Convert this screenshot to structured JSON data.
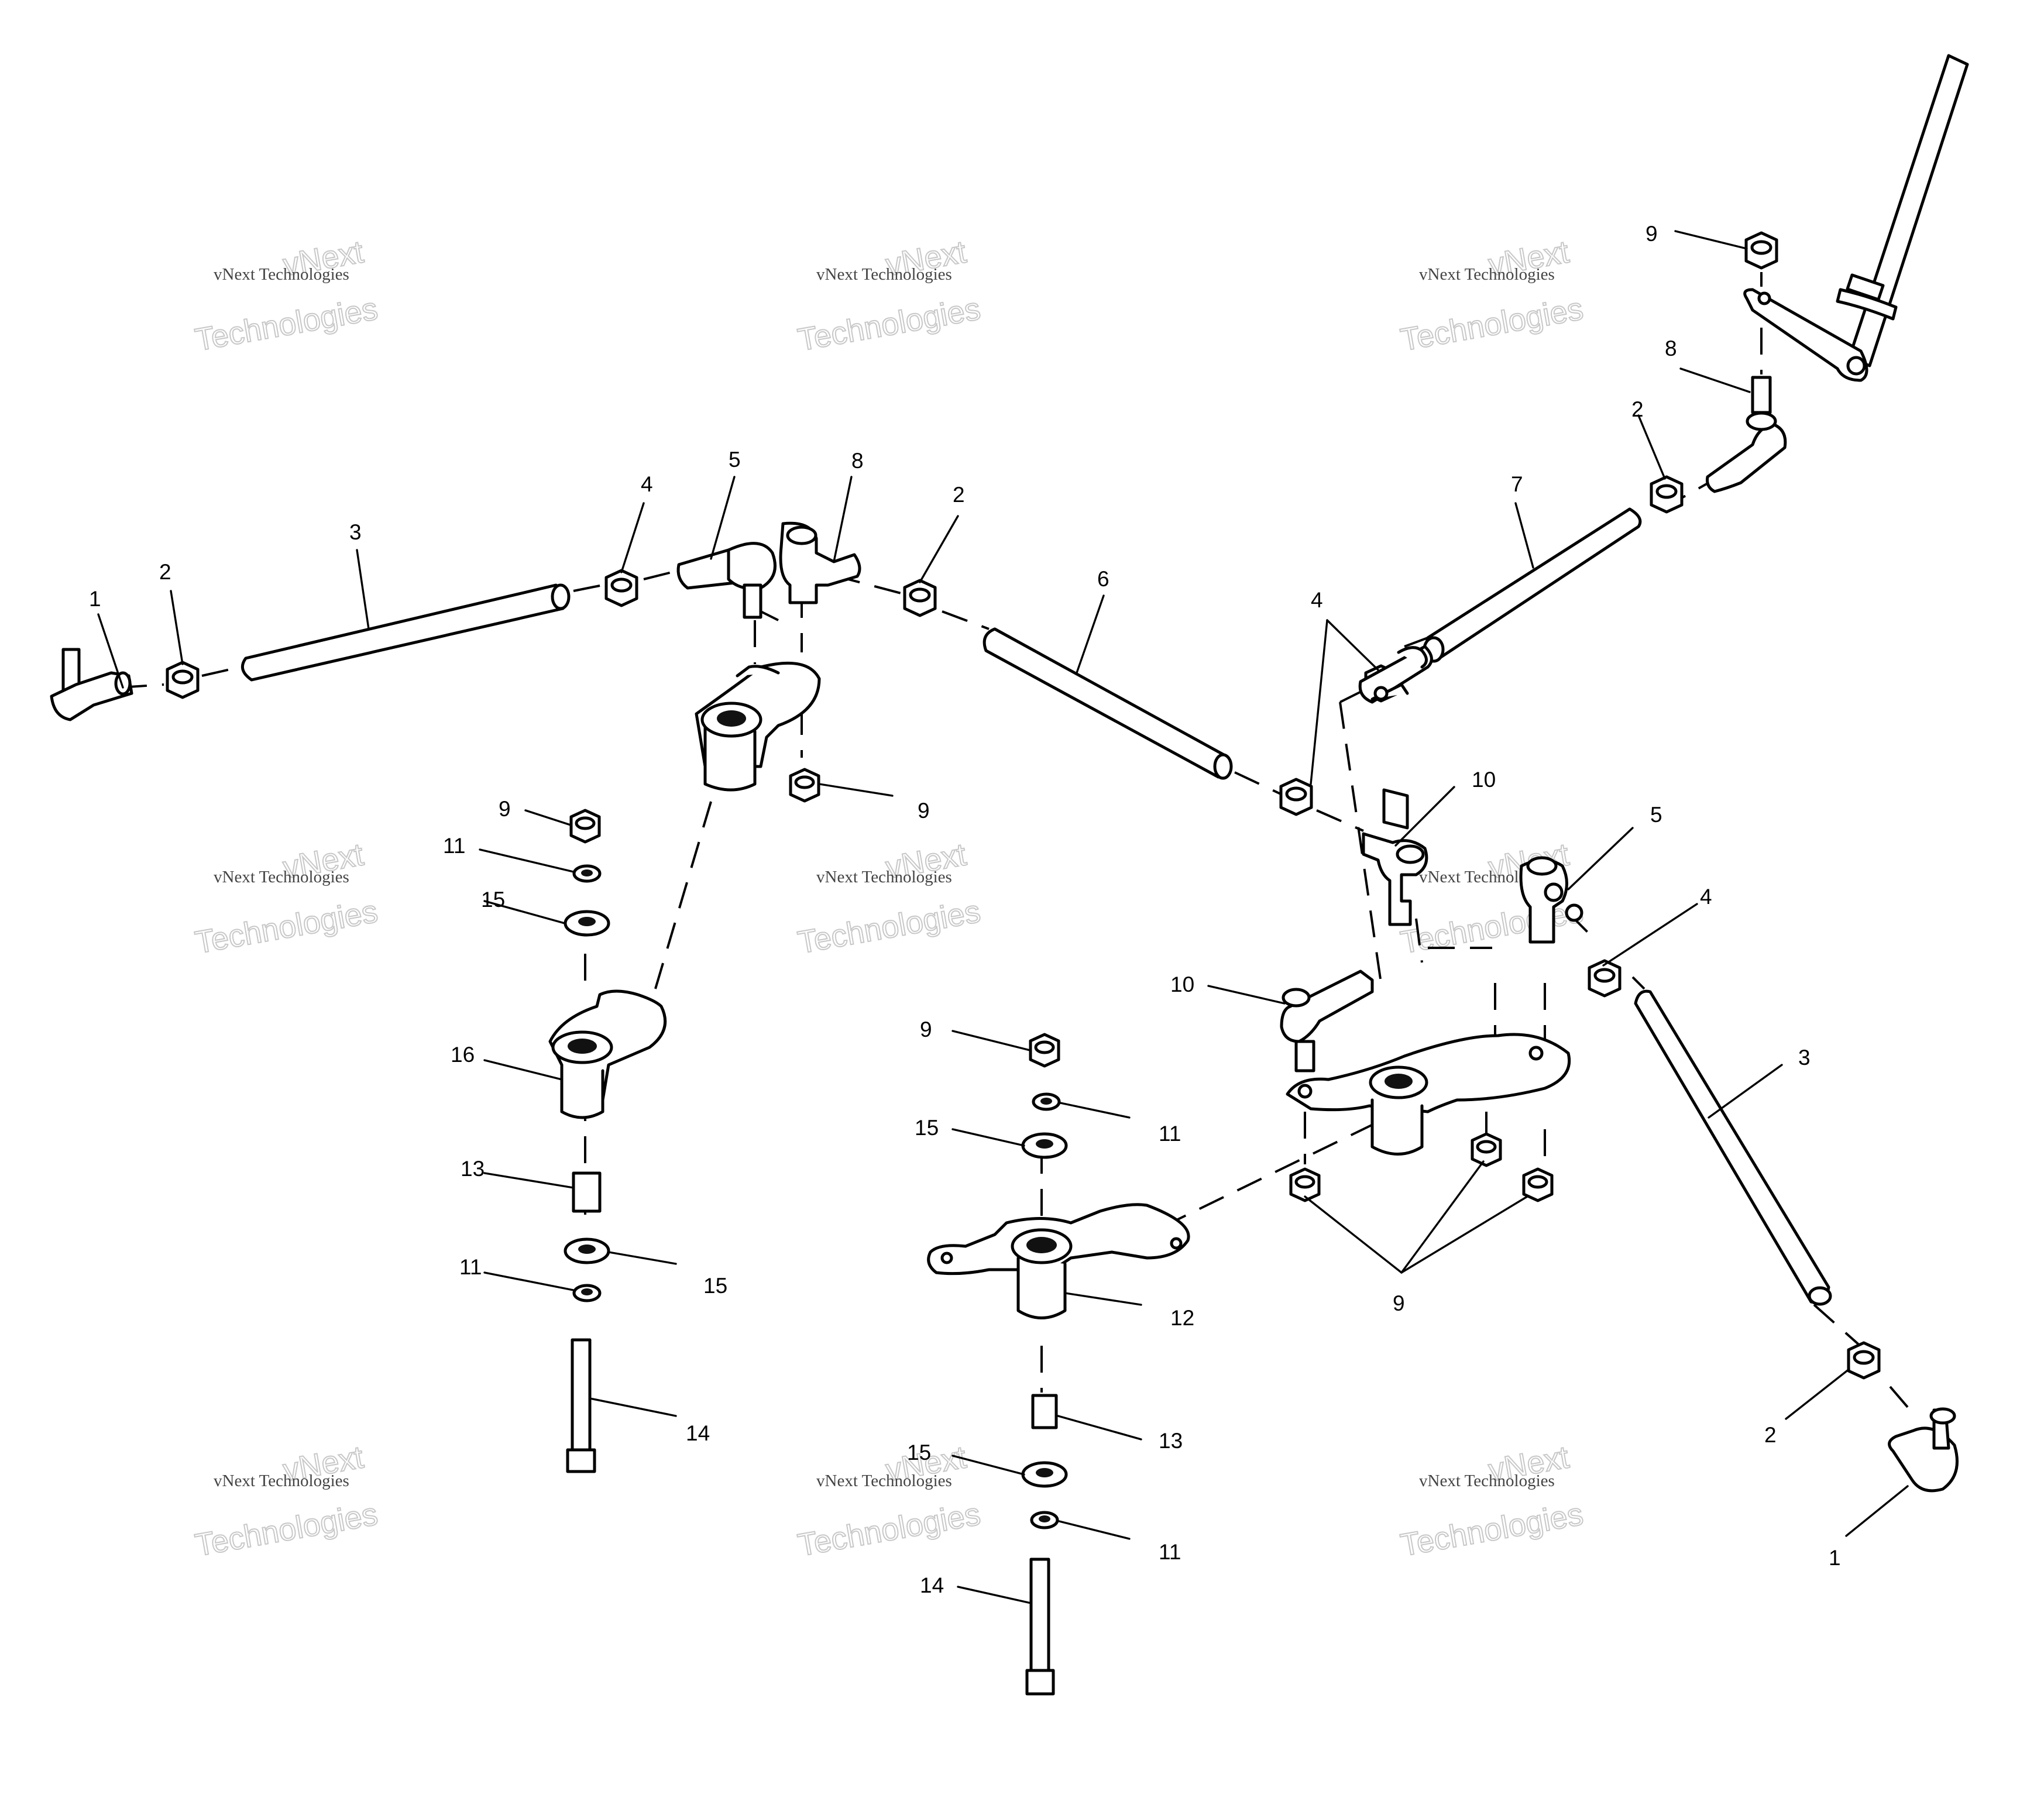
{
  "watermark": {
    "line1": "vNext",
    "line2": "vNext Technologies",
    "line3": "Technologies"
  },
  "callouts": [
    {
      "id": "c1a",
      "text": "1"
    },
    {
      "id": "c2a",
      "text": "2"
    },
    {
      "id": "c3a",
      "text": "3"
    },
    {
      "id": "c4a",
      "text": "4"
    },
    {
      "id": "c5a",
      "text": "5"
    },
    {
      "id": "c8a",
      "text": "8"
    },
    {
      "id": "c2b",
      "text": "2"
    },
    {
      "id": "c6",
      "text": "6"
    },
    {
      "id": "c4b",
      "text": "4"
    },
    {
      "id": "c7",
      "text": "7"
    },
    {
      "id": "c2c",
      "text": "2"
    },
    {
      "id": "c8b",
      "text": "8"
    },
    {
      "id": "c9a",
      "text": "9"
    },
    {
      "id": "c9b",
      "text": "9"
    },
    {
      "id": "c9c",
      "text": "9"
    },
    {
      "id": "c11a",
      "text": "11"
    },
    {
      "id": "c15a",
      "text": "15"
    },
    {
      "id": "c16",
      "text": "16"
    },
    {
      "id": "c13a",
      "text": "13"
    },
    {
      "id": "c11b",
      "text": "11"
    },
    {
      "id": "c15b",
      "text": "15"
    },
    {
      "id": "c14a",
      "text": "14"
    },
    {
      "id": "c10a",
      "text": "10"
    },
    {
      "id": "c10b",
      "text": "10"
    },
    {
      "id": "c5b",
      "text": "5"
    },
    {
      "id": "c4c",
      "text": "4"
    },
    {
      "id": "c3b",
      "text": "3"
    },
    {
      "id": "c9d",
      "text": "9"
    },
    {
      "id": "c11c",
      "text": "11"
    },
    {
      "id": "c15c",
      "text": "15"
    },
    {
      "id": "c12",
      "text": "12"
    },
    {
      "id": "c9e",
      "text": "9"
    },
    {
      "id": "c13b",
      "text": "13"
    },
    {
      "id": "c15d",
      "text": "15"
    },
    {
      "id": "c11d",
      "text": "11"
    },
    {
      "id": "c14b",
      "text": "14"
    },
    {
      "id": "c2d",
      "text": "2"
    },
    {
      "id": "c1b",
      "text": "1"
    }
  ]
}
